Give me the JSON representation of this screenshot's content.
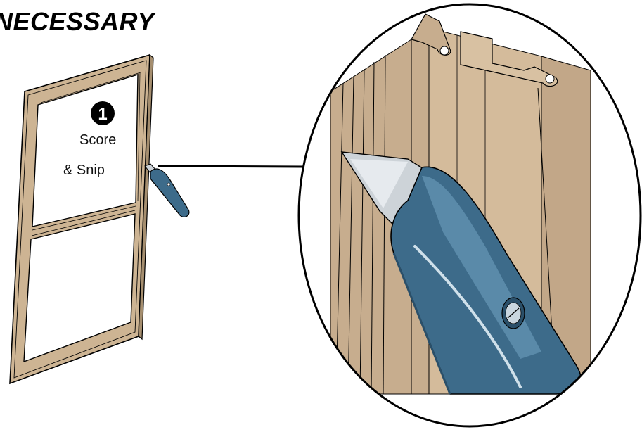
{
  "heading": "NECESSARY",
  "step": {
    "number": "1",
    "label_line1": "Score",
    "label_line2": "& Snip"
  },
  "colors": {
    "frame_tan": "#cdb493",
    "frame_dark": "#a58e6f",
    "channel_tan": "#c7ad8e",
    "knife_blue": "#3d6b8a",
    "knife_blue_dark": "#2a4f69",
    "blade_steel": "#cdd3d8",
    "outline": "#000000"
  }
}
